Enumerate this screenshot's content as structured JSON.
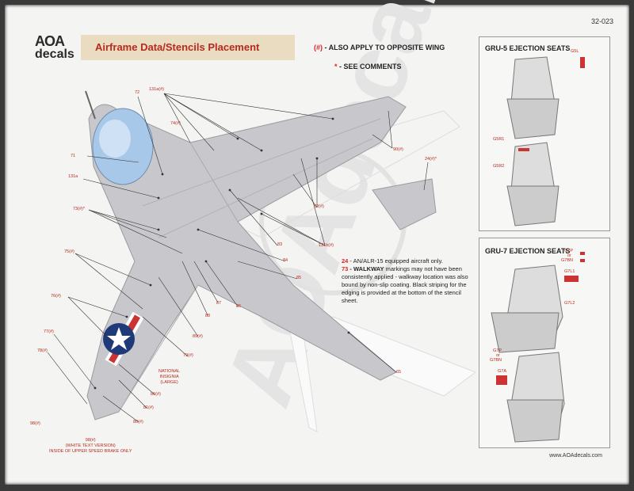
{
  "header": {
    "doc_no": "32-023",
    "logo_top": "AOA",
    "logo_bottom": "decals",
    "title": "Airframe Data/Stencils Placement",
    "note1_mark": "(#)",
    "note1_text": " - ALSO APPLY TO OPPOSITE WING",
    "note2_mark": "*",
    "note2_text": " - SEE COMMENTS"
  },
  "comments": {
    "c1_num": "24",
    "c1_text": " - AN/ALR-15 equipped aircraft only.",
    "c2_num": "73",
    "c2_bold": " - WALKWAY",
    "c2_text": " markings may not have been consistently applied - walkway location was also bound by non-slip coating. Black striping for the edging is provided at the bottom of the stencil sheet."
  },
  "panels": {
    "gru5_title": "GRU-5 EJECTION SEATS",
    "gru7_title": "GRU-7 EJECTION SEATS",
    "gru5_labels": [
      "G5L",
      "G5R1",
      "G5R2"
    ],
    "gru7_labels": [
      "G7P",
      "or",
      "G7BN",
      "G7L1",
      "G7L2",
      "G7P",
      "or",
      "G7BN",
      "G7A"
    ]
  },
  "callouts": {
    "l131a_top": "131a(#)",
    "l72": "72",
    "l74": "74(#)",
    "l71": "71",
    "l131a": "131a",
    "l73": "73(#)*",
    "l75": "75(#)",
    "l76": "76(#)",
    "l77": "77(#)",
    "l78": "78(#)",
    "l90": "90(#)",
    "l24": "24(#)*",
    "l82": "82(#)",
    "l83": "83",
    "l131b": "131b(#)",
    "l84": "84",
    "l85": "85",
    "l86": "86",
    "l87": "87",
    "l88": "88",
    "l89": "89(#)",
    "l79": "79(#)",
    "l80": "80(#)",
    "l81": "81(#)",
    "l86b": "86(#)",
    "l65": "65",
    "l_bottom": "98(#)"
  },
  "national_insignia": [
    "NATIONAL",
    "INSIGNIA",
    "(LARGE)"
  ],
  "speed_brake": [
    "98(#)",
    "(WHITE TEXT VERSION)",
    "INSIDE OF UPPER SPEED BRAKE ONLY"
  ],
  "watermark": "AOAdecals",
  "website": "www.AOAdecals.com",
  "colors": {
    "accent_red": "#b62a1f",
    "airframe_gray": "#c8c8cc",
    "canopy_blue": "#a8c8ea",
    "title_bg": "#e9dcc0"
  }
}
